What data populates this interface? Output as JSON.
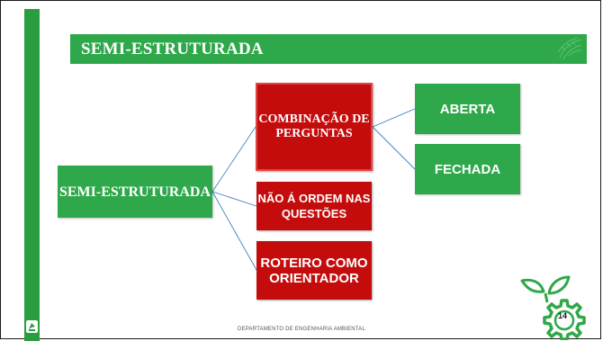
{
  "title": "SEMI-ESTRUTURADA",
  "diagram": {
    "root": "SEMI-ESTRUTURADA",
    "branches": [
      {
        "label": "COMBINAÇÃO DE PERGUNTAS",
        "children": [
          "ABERTA",
          "FECHADA"
        ]
      },
      {
        "label": "NÃO Á ORDEM NAS QUESTÕES"
      },
      {
        "label": "ROTEIRO COMO ORIENTADOR"
      }
    ]
  },
  "footer": "DEPARTAMENTO DE ENGENHARIA AMBIENTAL",
  "page_number": "14",
  "icons": {
    "logo": "gear-leaf-icon",
    "title_decoration": "leaf-pattern-icon",
    "strip_logo": "institution-logo-icon"
  },
  "colors": {
    "green": "#2ea84a",
    "red": "#c40c0c",
    "strip": "#2a9d3f"
  }
}
